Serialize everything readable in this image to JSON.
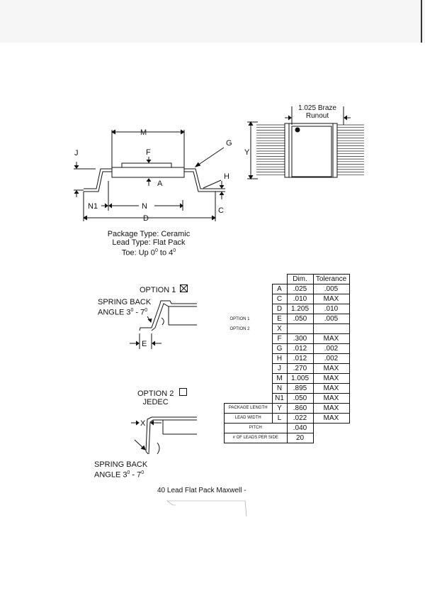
{
  "footer": "40 Lead Flat Pack Maxwell -",
  "side_view": {
    "labels": {
      "M": "M",
      "J": "J",
      "F": "F",
      "G": "G",
      "H": "H",
      "A": "A",
      "C": "C",
      "N1": "N1",
      "N": "N",
      "D": "D"
    },
    "caption": {
      "line1": "Package Type: Ceramic",
      "line2": "Lead Type: Flat Pack",
      "line3_prefix": "Toe:  Up 0",
      "line3_deg1": "0",
      "line3_mid": " to 4",
      "line3_deg2": "0"
    }
  },
  "top_view": {
    "braze_line1": "1.025 Braze",
    "braze_line2": "Runout",
    "y_label": "Y"
  },
  "option1": {
    "title": "OPTION 1",
    "spring_back_line1": "SPRING BACK",
    "spring_back_line2_prefix": "ANGLE 3",
    "deg1": "0",
    "range_sep": " - 7",
    "deg2": "0",
    "e_label": "E"
  },
  "option2": {
    "title": "OPTION 2",
    "subtitle": "JEDEC",
    "x_label": "X",
    "spring_back_line1": "SPRING BACK",
    "spring_back_line2_prefix": "ANGLE 3",
    "deg1": "0",
    "range_sep": " - 7",
    "deg2": "0"
  },
  "table": {
    "col_dim": "Dim.",
    "col_tol": "Tolerance",
    "rows": [
      {
        "side": "",
        "letter": "A",
        "dim": ".025",
        "tol": ".005"
      },
      {
        "side": "",
        "letter": "C",
        "dim": ".010",
        "tol": "MAX"
      },
      {
        "side": "",
        "letter": "D",
        "dim": "1.205",
        "tol": ".010"
      },
      {
        "side": "OPTION 1",
        "letter": "E",
        "dim": ".050",
        "tol": ".005"
      },
      {
        "side": "OPTION 2",
        "letter": "X",
        "dim": "",
        "tol": ""
      },
      {
        "side": "",
        "letter": "F",
        "dim": ".300",
        "tol": "MAX"
      },
      {
        "side": "",
        "letter": "G",
        "dim": ".012",
        "tol": ".002"
      },
      {
        "side": "",
        "letter": "H",
        "dim": ".012",
        "tol": ".002"
      },
      {
        "side": "",
        "letter": "J",
        "dim": ".270",
        "tol": "MAX"
      },
      {
        "side": "",
        "letter": "M",
        "dim": "1.005",
        "tol": "MAX"
      },
      {
        "side": "",
        "letter": "N",
        "dim": ".895",
        "tol": "MAX"
      },
      {
        "side": "",
        "letter": "N1",
        "dim": ".050",
        "tol": "MAX"
      },
      {
        "side": "PACKAGE LENGTH",
        "letter": "Y",
        "dim": ".860",
        "tol": "MAX"
      },
      {
        "side": "LEAD WIDTH",
        "letter": "L",
        "dim": ".022",
        "tol": "MAX"
      }
    ],
    "pitch_label": "PITCH",
    "pitch_value": ".040",
    "leads_label": "# OF LEADS PER SIDE",
    "leads_value": "20"
  }
}
